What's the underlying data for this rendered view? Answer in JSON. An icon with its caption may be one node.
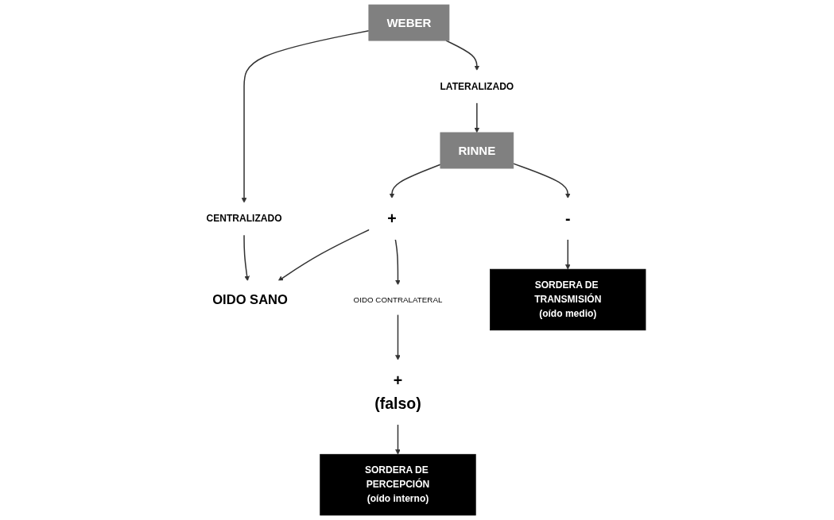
{
  "diagram": {
    "nodes": [
      {
        "text": [
          "WEBER"
        ]
      },
      {
        "text": [
          "CENTRALIZADO"
        ]
      },
      {
        "text": [
          "LATERALIZADO"
        ]
      },
      {
        "text": [
          "OIDO SANO"
        ]
      },
      {
        "text": [
          "+"
        ]
      },
      {
        "text": [
          "RINNE"
        ]
      },
      {
        "text": [
          "OIDO CONTRALATERAL"
        ]
      },
      {
        "text": [
          "SORDERA DE PERCEPCIÓN",
          "(oído interno)"
        ]
      },
      {
        "text": [
          "+",
          "(falso)"
        ]
      },
      {
        "text": [
          "-"
        ]
      },
      {
        "text": [
          "SORDERA DE TRANSMISIÓN",
          "(oído medio)"
        ]
      }
    ],
    "edges": [
      {
        "from": 0,
        "to": 1,
        "arrow": "to"
      },
      {
        "from": 0,
        "to": 2,
        "arrow": "to"
      },
      {
        "from": 1,
        "to": 3,
        "arrow": "to"
      },
      {
        "from": 2,
        "to": 5,
        "arrow": "to"
      },
      {
        "from": 5,
        "to": 4,
        "arrow": "to"
      },
      {
        "from": 4,
        "to": 3,
        "arrow": "to"
      },
      {
        "from": 4,
        "to": 6,
        "arrow": "to"
      },
      {
        "from": 6,
        "to": 8,
        "arrow": "to"
      },
      {
        "from": 8,
        "to": 7,
        "arrow": "to"
      },
      {
        "from": 5,
        "to": 9,
        "arrow": "to"
      },
      {
        "from": 9,
        "to": 10,
        "arrow": "to"
      }
    ]
  }
}
